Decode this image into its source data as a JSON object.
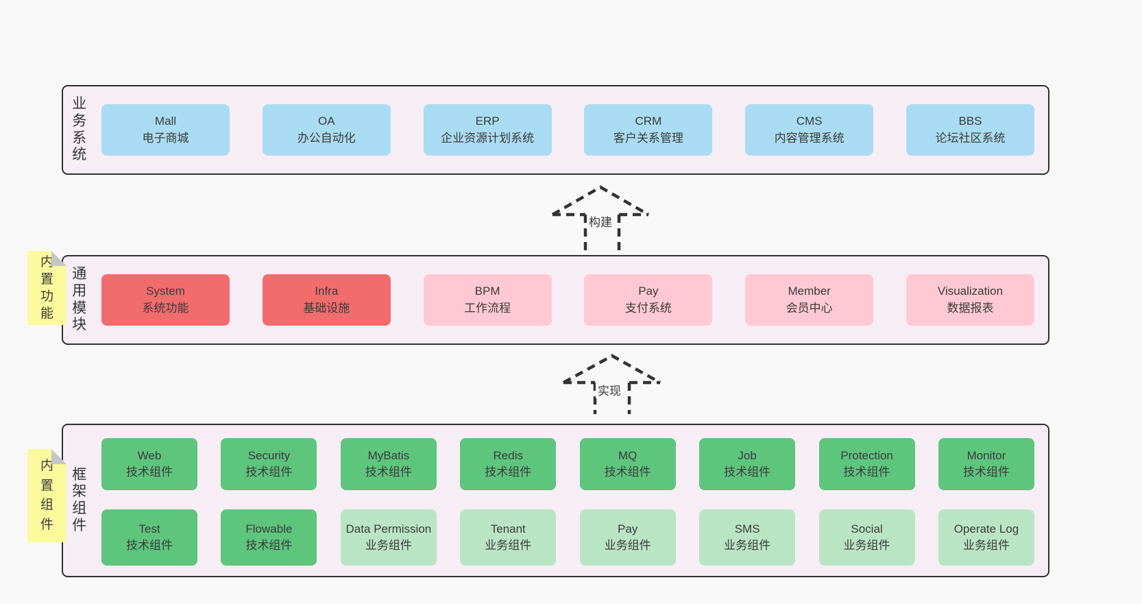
{
  "palette": {
    "page_bg": "#f8f8f8",
    "layer_bg": "#f7edf5",
    "layer_border": "#2f2f2f",
    "box_blue": "#a9dcf2",
    "box_red": "#f16c6c",
    "box_pink": "#fec9d3",
    "box_green": "#5ec57d",
    "box_green_light": "#bae5c4",
    "note_bg": "#fafa9d",
    "note_fold": "#c6c6c8",
    "text": "#3b3b3b"
  },
  "layers": [
    {
      "label": "业务系统",
      "boxes": [
        {
          "en": "Mall",
          "zh": "电子商城",
          "variant": "blue"
        },
        {
          "en": "OA",
          "zh": "办公自动化",
          "variant": "blue"
        },
        {
          "en": "ERP",
          "zh": "企业资源计划系统",
          "variant": "blue"
        },
        {
          "en": "CRM",
          "zh": "客户关系管理",
          "variant": "blue"
        },
        {
          "en": "CMS",
          "zh": "内容管理系统",
          "variant": "blue"
        },
        {
          "en": "BBS",
          "zh": "论坛社区系统",
          "variant": "blue"
        }
      ]
    },
    {
      "label": "通用模块",
      "note": "内置功能",
      "boxes": [
        {
          "en": "System",
          "zh": "系统功能",
          "variant": "red"
        },
        {
          "en": "Infra",
          "zh": "基础设施",
          "variant": "red"
        },
        {
          "en": "BPM",
          "zh": "工作流程",
          "variant": "pink"
        },
        {
          "en": "Pay",
          "zh": "支付系统",
          "variant": "pink"
        },
        {
          "en": "Member",
          "zh": "会员中心",
          "variant": "pink"
        },
        {
          "en": "Visualization",
          "zh": "数据报表",
          "variant": "pink"
        }
      ]
    },
    {
      "label": "框架组件",
      "note": "内置组件",
      "rows": [
        [
          {
            "en": "Web",
            "zh": "技术组件",
            "variant": "green"
          },
          {
            "en": "Security",
            "zh": "技术组件",
            "variant": "green"
          },
          {
            "en": "MyBatis",
            "zh": "技术组件",
            "variant": "green"
          },
          {
            "en": "Redis",
            "zh": "技术组件",
            "variant": "green"
          },
          {
            "en": "MQ",
            "zh": "技术组件",
            "variant": "green"
          },
          {
            "en": "Job",
            "zh": "技术组件",
            "variant": "green"
          },
          {
            "en": "Protection",
            "zh": "技术组件",
            "variant": "green"
          },
          {
            "en": "Monitor",
            "zh": "技术组件",
            "variant": "green"
          }
        ],
        [
          {
            "en": "Test",
            "zh": "技术组件",
            "variant": "green"
          },
          {
            "en": "Flowable",
            "zh": "技术组件",
            "variant": "green"
          },
          {
            "en": "Data Permission",
            "zh": "业务组件",
            "variant": "green-light"
          },
          {
            "en": "Tenant",
            "zh": "业务组件",
            "variant": "green-light"
          },
          {
            "en": "Pay",
            "zh": "业务组件",
            "variant": "green-light"
          },
          {
            "en": "SMS",
            "zh": "业务组件",
            "variant": "green-light"
          },
          {
            "en": "Social",
            "zh": "业务组件",
            "variant": "green-light"
          },
          {
            "en": "Operate Log",
            "zh": "业务组件",
            "variant": "green-light"
          }
        ]
      ]
    }
  ],
  "arrows": [
    {
      "label": "构建"
    },
    {
      "label": "实现"
    }
  ]
}
